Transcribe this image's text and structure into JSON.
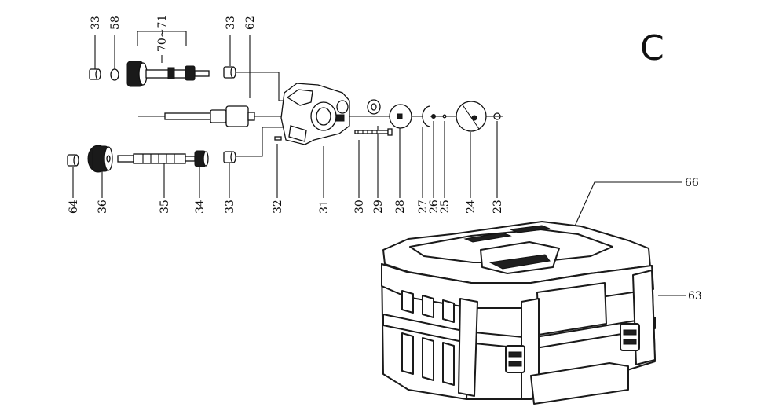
{
  "section_letter": "C",
  "part_numbers": {
    "p33a": "33",
    "p58": "58",
    "p70_71": "70~71",
    "p33b": "33",
    "p62": "62",
    "p64": "64",
    "p36": "36",
    "p35": "35",
    "p34": "34",
    "p33c": "33",
    "p32": "32",
    "p31": "31",
    "p30": "30",
    "p29": "29",
    "p28": "28",
    "p27": "27",
    "p26": "26",
    "p25": "25",
    "p24": "24",
    "p23": "23",
    "p66": "66",
    "p63": "63"
  }
}
